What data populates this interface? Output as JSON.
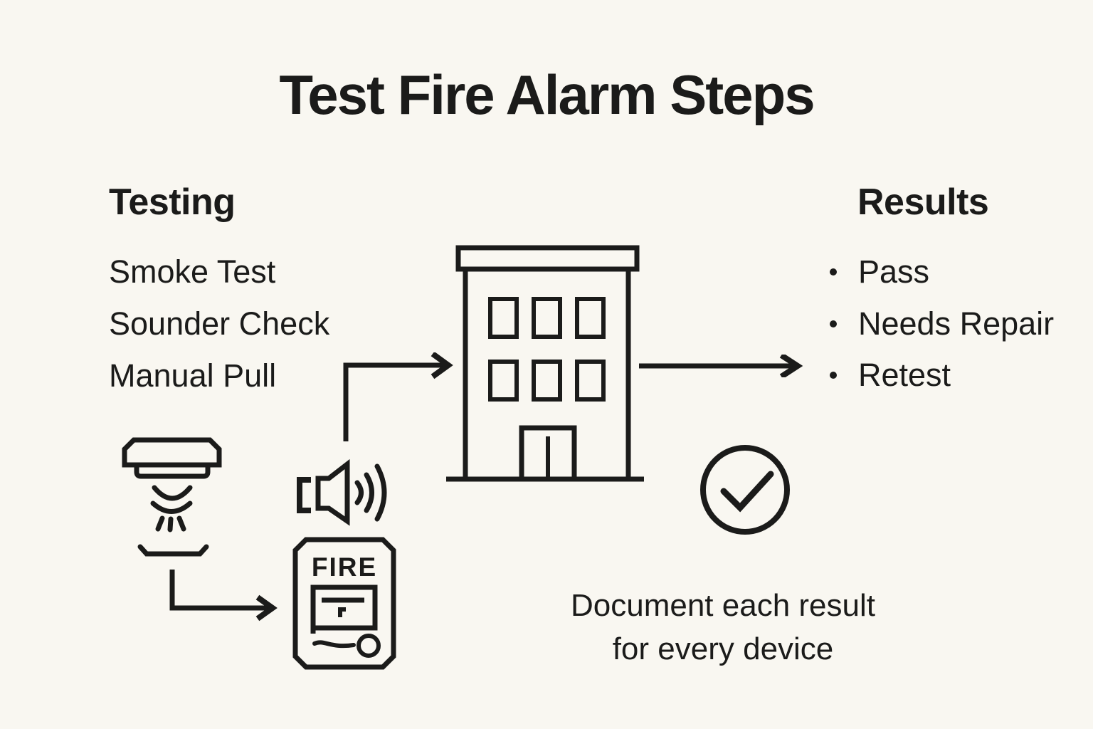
{
  "palette": {
    "background": "#f9f7f1",
    "ink": "#1b1b1a"
  },
  "title": "Test Fire Alarm Steps",
  "testing_section": {
    "heading": "Testing",
    "items": [
      "Smoke Test",
      "Sounder Check",
      "Manual Pull"
    ]
  },
  "results_section": {
    "heading": "Results",
    "items": [
      "Pass",
      "Needs Repair",
      "Retest"
    ]
  },
  "pull_station_label": "FIRE",
  "note": {
    "line1": "Document each result",
    "line2": "for every device"
  },
  "icons": {
    "smoke_detector": "smoke-detector-icon",
    "sounder_speaker": "speaker-icon",
    "fire_pull_station": "fire-pull-station-icon",
    "building": "building-icon",
    "check_circle": "check-circle-icon",
    "bullet": "bullet-icon",
    "arrows": [
      "arrow-detector-to-pull-station",
      "arrow-speaker-to-building",
      "arrow-building-to-results"
    ]
  }
}
